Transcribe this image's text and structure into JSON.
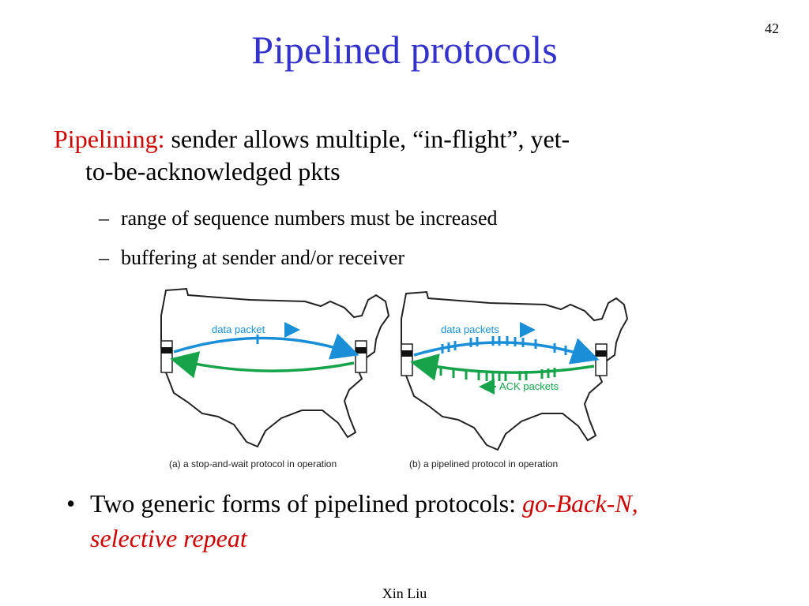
{
  "slide_number": "42",
  "title": "Pipelined protocols",
  "main_point": {
    "term": "Pipelining:",
    "line1": "sender allows multiple, “in-flight”, yet-",
    "line2": "to-be-acknowledged pkts"
  },
  "sub_points": [
    {
      "dash": "–",
      "text": "range of sequence numbers must be increased"
    },
    {
      "dash": "–",
      "text": "buffering at sender and/or receiver"
    }
  ],
  "figure": {
    "left": {
      "label": "data packet",
      "caption": "(a) a stop-and-wait protocol in operation"
    },
    "right": {
      "label_top": "data packets",
      "label_bottom": "ACK packets",
      "caption": "(b) a pipelined protocol in operation"
    },
    "colors": {
      "data": "#1a8fd8",
      "ack": "#16a34a",
      "map": "#222222"
    }
  },
  "bullet2": {
    "bullet": "•",
    "text": "Two generic forms of pipelined protocols: ",
    "emphasis1": "go-Back-N,",
    "emphasis2": "selective repeat"
  },
  "footer": "Xin Liu"
}
